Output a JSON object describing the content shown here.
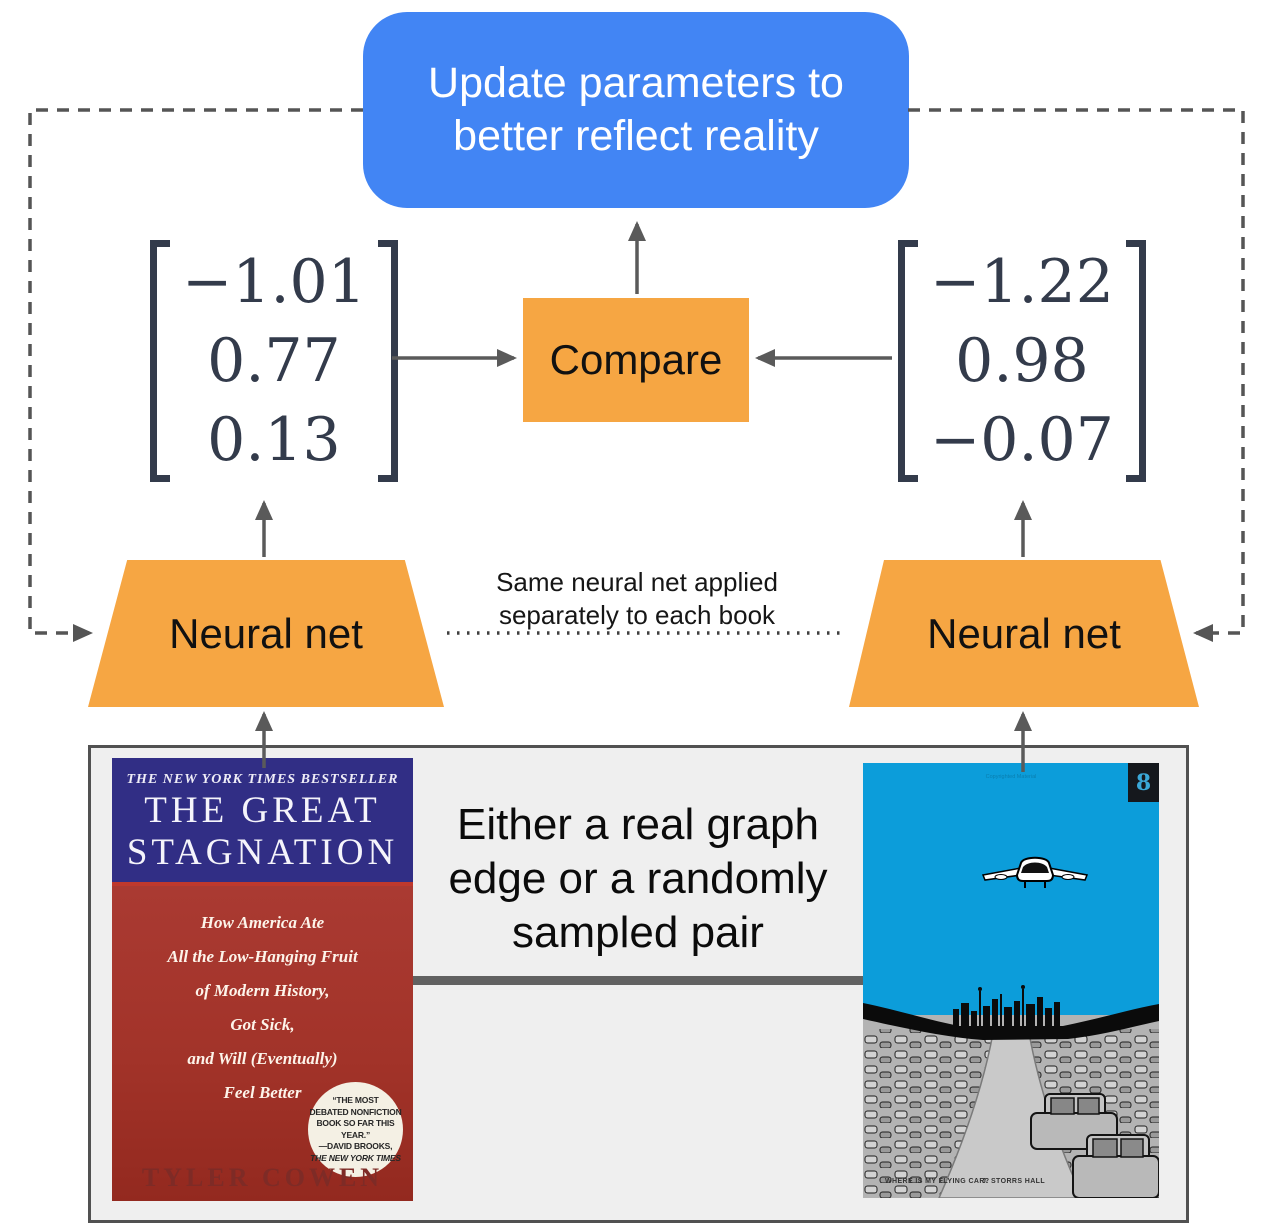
{
  "colors": {
    "update_box_blue": "#4285F4",
    "shape_orange": "#F6A643",
    "connector_gray": "#5A5A5A",
    "matrix_ink": "#333B4B",
    "panel_bg": "#EFEFEF",
    "book1_header_blue": "#312E85",
    "book1_body_red": "#A93A31",
    "book2_sky_blue": "#0C9DDA"
  },
  "update_box": {
    "line1": "Update parameters to",
    "line2": "better reflect reality"
  },
  "compare_box": {
    "label": "Compare"
  },
  "left_vector": {
    "values": [
      "−1.01",
      "0.77",
      "0.13"
    ]
  },
  "right_vector": {
    "values": [
      "−1.22",
      "0.98",
      "−0.07"
    ]
  },
  "neural_net_left": {
    "label": "Neural net"
  },
  "neural_net_right": {
    "label": "Neural net"
  },
  "annotation": {
    "line1": "Same neural net applied",
    "line2": "separately to each book"
  },
  "pair_panel": {
    "caption_line1": "Either a real graph",
    "caption_line2": "edge or a randomly",
    "caption_line3": "sampled pair"
  },
  "book_left": {
    "tagline": "THE NEW YORK TIMES BESTSELLER",
    "title_line1": "THE GREAT",
    "title_line2": "STAGNATION",
    "subtitle_lines": [
      "How America Ate",
      "All the Low-Hanging Fruit",
      "of Modern History,",
      "Got Sick,",
      "and Will (Eventually)",
      "Feel Better"
    ],
    "badge_lines": [
      "“THE MOST",
      "DEBATED NONFICTION",
      "BOOK SO FAR THIS YEAR.”",
      "—DAVID BROOKS,",
      "THE NEW YORK TIMES"
    ],
    "author": "TYLER COWEN"
  },
  "book_right": {
    "copyright_note": "Copyrighted Material",
    "logo_glyph": "8",
    "title": "WHERE IS MY FLYING CAR?",
    "author": "J. STORRS HALL"
  }
}
